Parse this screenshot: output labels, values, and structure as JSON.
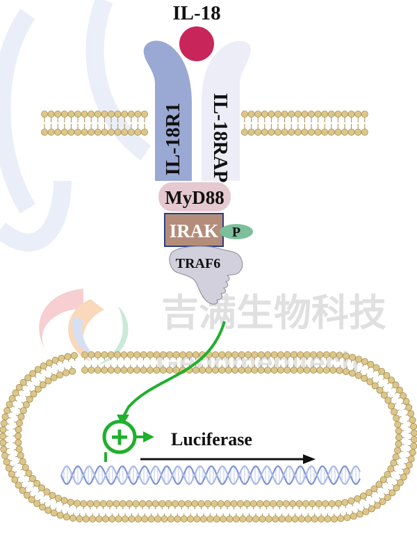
{
  "ligand": {
    "label": "IL-18",
    "color": "#c8255a"
  },
  "receptors": {
    "r1": {
      "label": "IL-18R1",
      "color": "#9aa8d4"
    },
    "rap": {
      "label": "IL-18RAP",
      "color": "#ecedf6"
    }
  },
  "adaptors": {
    "myd88": {
      "label": "MyD88",
      "color": "#e5c9d0"
    },
    "irak": {
      "label": "IRAK",
      "color": "#b48d7a",
      "border": "#2a3d86"
    },
    "phospho": {
      "label": "P",
      "color": "#7cbf9b"
    },
    "traf6": {
      "label": "TRAF6",
      "color": "#d2d0dc"
    }
  },
  "nucleus": {
    "promoter_symbol": "+",
    "reporter_label": "Luciferase",
    "signal_color": "#1fb02c"
  },
  "membrane": {
    "head_color": "#dcc68a",
    "head_stroke": "#a58e4f"
  },
  "watermark": {
    "chinese": "吉满生物科技",
    "latin": "Genomeditech"
  }
}
